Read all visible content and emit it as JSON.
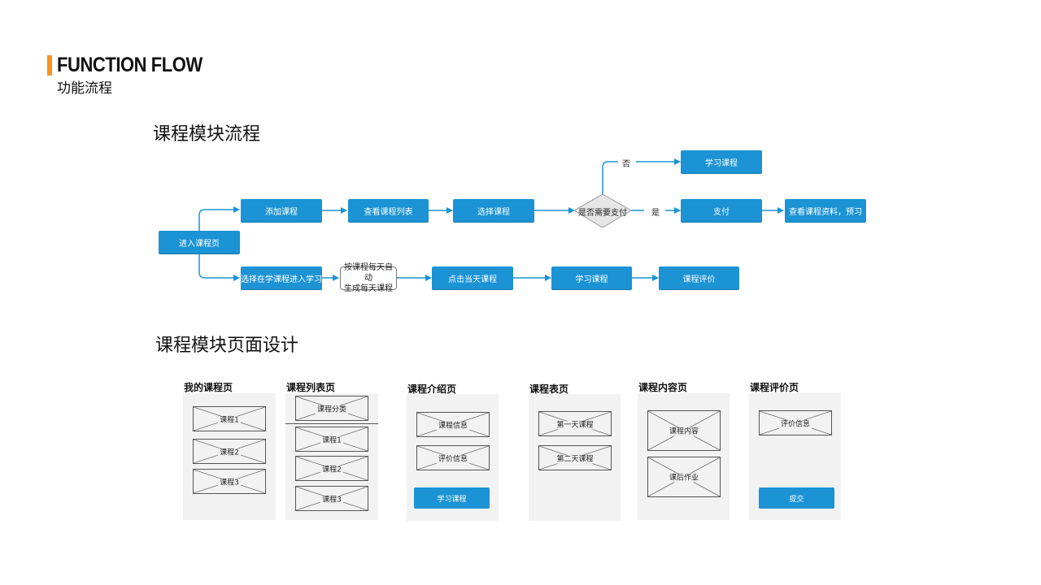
{
  "header": {
    "title": "FUNCTION FLOW",
    "subtitle": "功能流程"
  },
  "flow_section": {
    "title": "课程模块流程"
  },
  "flow": {
    "start": "进入课程页",
    "top_row": [
      "添加课程",
      "查看课程列表",
      "选择课程"
    ],
    "decision": "是否需要支付",
    "no_label": "否",
    "yes_label": "是",
    "no_target": "学习课程",
    "yes_row": [
      "支付",
      "查看课程资料，预习"
    ],
    "bottom_row": [
      "选择在学课程进入学习",
      "按课程每天自动\n生成每天课程",
      "点击当天课程",
      "学习课程",
      "课程评价"
    ]
  },
  "pages_section": {
    "title": "课程模块页面设计"
  },
  "pages": [
    {
      "title": "我的课程页",
      "items": [
        "课程1",
        "课程2",
        "课程3"
      ]
    },
    {
      "title": "课程列表页",
      "header_item": "课程分类",
      "items": [
        "课程1",
        "课程2",
        "课程3"
      ]
    },
    {
      "title": "课程介绍页",
      "items": [
        "课程信息",
        "评价信息"
      ],
      "button": "学习课程"
    },
    {
      "title": "课程表页",
      "items": [
        "第一天课程",
        "第二天课程"
      ]
    },
    {
      "title": "课程内容页",
      "items": [
        "课程内容",
        "课后作业"
      ]
    },
    {
      "title": "课程评价页",
      "items": [
        "评价信息"
      ],
      "button": "提交"
    }
  ],
  "colors": {
    "accent": "#f7931e",
    "node": "#1b93d4",
    "panel": "#f2f2f2"
  }
}
